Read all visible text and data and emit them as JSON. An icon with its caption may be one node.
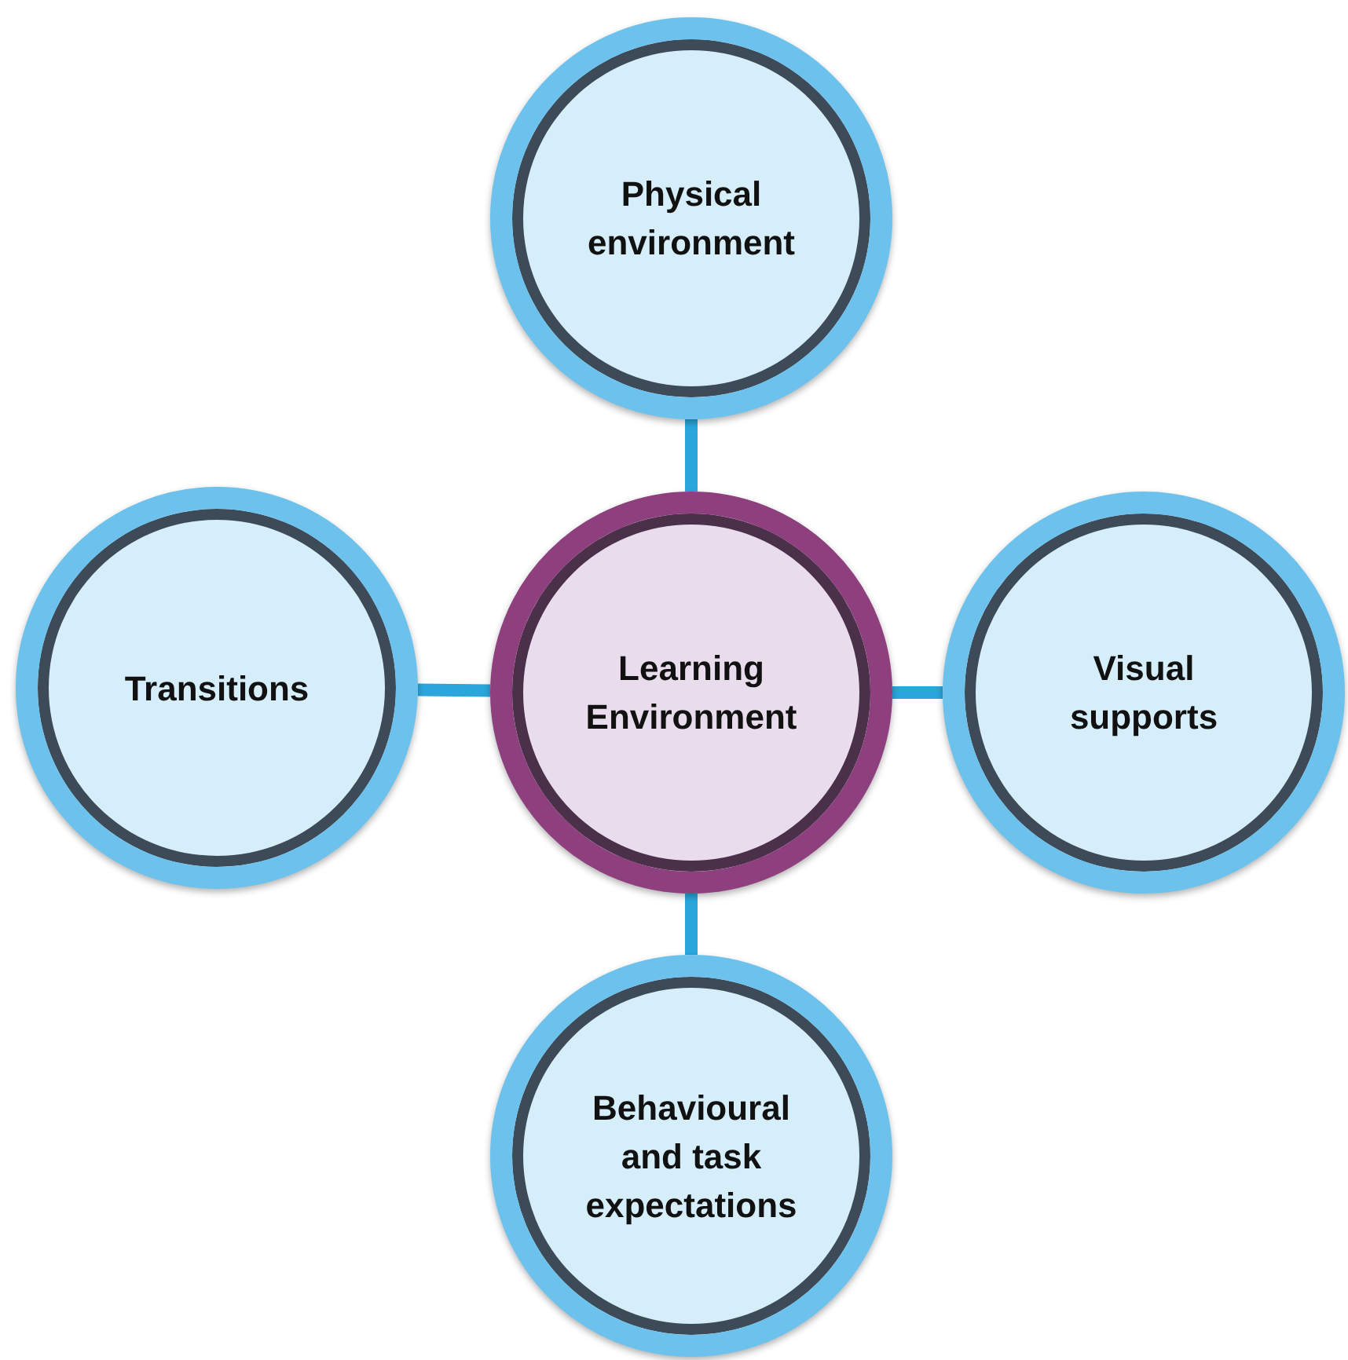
{
  "diagram": {
    "nodes": [
      {
        "text": [
          "Physical environment"
        ]
      },
      {
        "text": [
          "Transitions"
        ]
      },
      {
        "text": [
          "Learning Environment"
        ]
      },
      {
        "text": [
          "Visual supports"
        ]
      },
      {
        "text": [
          "Behavioural and task expectations"
        ]
      }
    ],
    "edges": [
      {
        "from": 2,
        "to": 0,
        "arrow": "none"
      },
      {
        "from": 2,
        "to": 1,
        "arrow": "none"
      },
      {
        "from": 2,
        "to": 3,
        "arrow": "none"
      },
      {
        "from": 2,
        "to": 4,
        "arrow": "none"
      }
    ]
  }
}
